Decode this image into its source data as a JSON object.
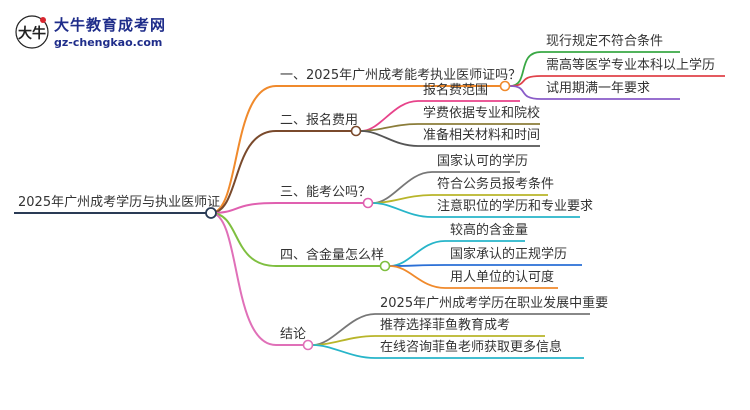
{
  "logo": {
    "title": "大牛教育成考网",
    "url": "gz-chengkao.com",
    "mark_text": "大牛"
  },
  "root": "2025年广州成考学历与执业医师证",
  "branches": [
    {
      "label": "一、2025年广州成考能考执业医师证吗？",
      "color": "#f08a2c",
      "children": [
        {
          "label": "现行规定不符合条件",
          "color": "#3aa845"
        },
        {
          "label": "需高等医学专业本科以上学历",
          "color": "#e0424a"
        },
        {
          "label": "试用期满一年要求",
          "color": "#8a5cc8"
        }
      ]
    },
    {
      "label": "二、报名费用",
      "color": "#7a4a2c",
      "children": [
        {
          "label": "报名费范围",
          "color": "#e7438a"
        },
        {
          "label": "学费依据专业和院校",
          "color": "#8b7d3a"
        },
        {
          "label": "准备相关材料和时间",
          "color": "#555555"
        }
      ]
    },
    {
      "label": "三、能考公吗？",
      "color": "#e060b0",
      "children": [
        {
          "label": "国家认可的学历",
          "color": "#777777"
        },
        {
          "label": "符合公务员报考条件",
          "color": "#b8b52a"
        },
        {
          "label": "注意职位的学历和专业要求",
          "color": "#27b5c9"
        }
      ]
    },
    {
      "label": "四、含金量怎么样",
      "color": "#7fbf40",
      "children": [
        {
          "label": "较高的含金量",
          "color": "#27b5c9"
        },
        {
          "label": "国家承认的正规学历",
          "color": "#2a6fd6"
        },
        {
          "label": "用人单位的认可度",
          "color": "#f08a2c"
        }
      ]
    },
    {
      "label": "结论",
      "color": "#e070b8",
      "children": [
        {
          "label": "2025年广州成考学历在职业发展中重要",
          "color": "#777777"
        },
        {
          "label": "推荐选择菲鱼教育成考",
          "color": "#b8b52a"
        },
        {
          "label": "在线咨询菲鱼老师获取更多信息",
          "color": "#27b5c9"
        }
      ]
    }
  ]
}
